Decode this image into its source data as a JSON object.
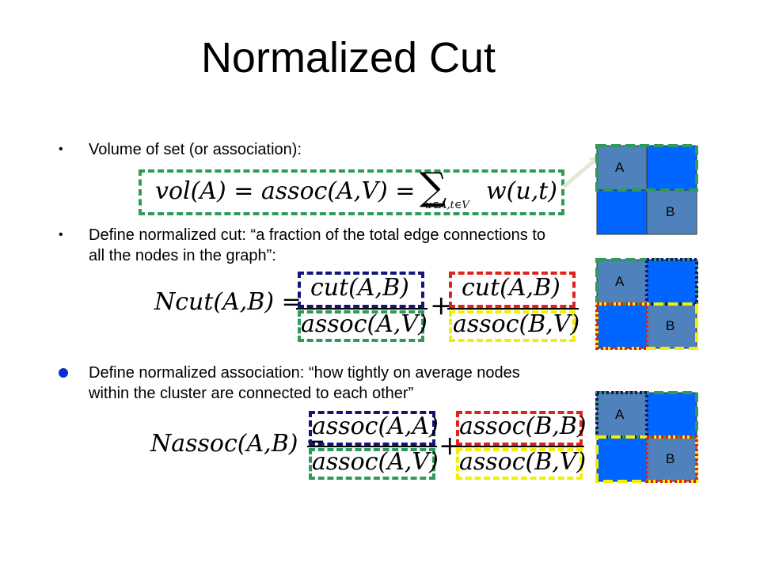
{
  "slide": {
    "title": "Normalized Cut",
    "bullets": [
      {
        "marker": "•",
        "text": "Volume of set (or association):"
      },
      {
        "marker": "•",
        "line1": "Define normalized cut: “a fraction of the total edge connections to",
        "line2": "all the nodes in the graph”:"
      },
      {
        "marker": "●",
        "line1": "Define normalized association: “how tightly on average nodes",
        "line2": "within the cluster are connected to each other”"
      }
    ],
    "eq1": {
      "lhs": "vol(A) = assoc(A,V) =",
      "subscript": "u∈A,t∈V",
      "rhs": "w(u,t)"
    },
    "eq2": {
      "lhs": "Ncut(A,B) =",
      "num1": "cut(A,B)",
      "den1": "assoc(A,V)",
      "plus": "+",
      "num2": "cut(A,B)",
      "den2": "assoc(B,V)"
    },
    "eq3": {
      "lhs": "Nassoc(A,B) =",
      "num1": "assoc(A,A)",
      "den1": "assoc(A,V)",
      "plus": "+",
      "num2": "assoc(B,B)",
      "den2": "assoc(B,V)"
    },
    "matrix_labels": {
      "a": "A",
      "b": "B"
    }
  },
  "colors": {
    "cell_light": "#4f81bd",
    "cell_dark": "#0066ff",
    "green": "#2e9a5c",
    "blue": "#13157a",
    "red": "#e0221a",
    "yellow": "#f2f000"
  }
}
